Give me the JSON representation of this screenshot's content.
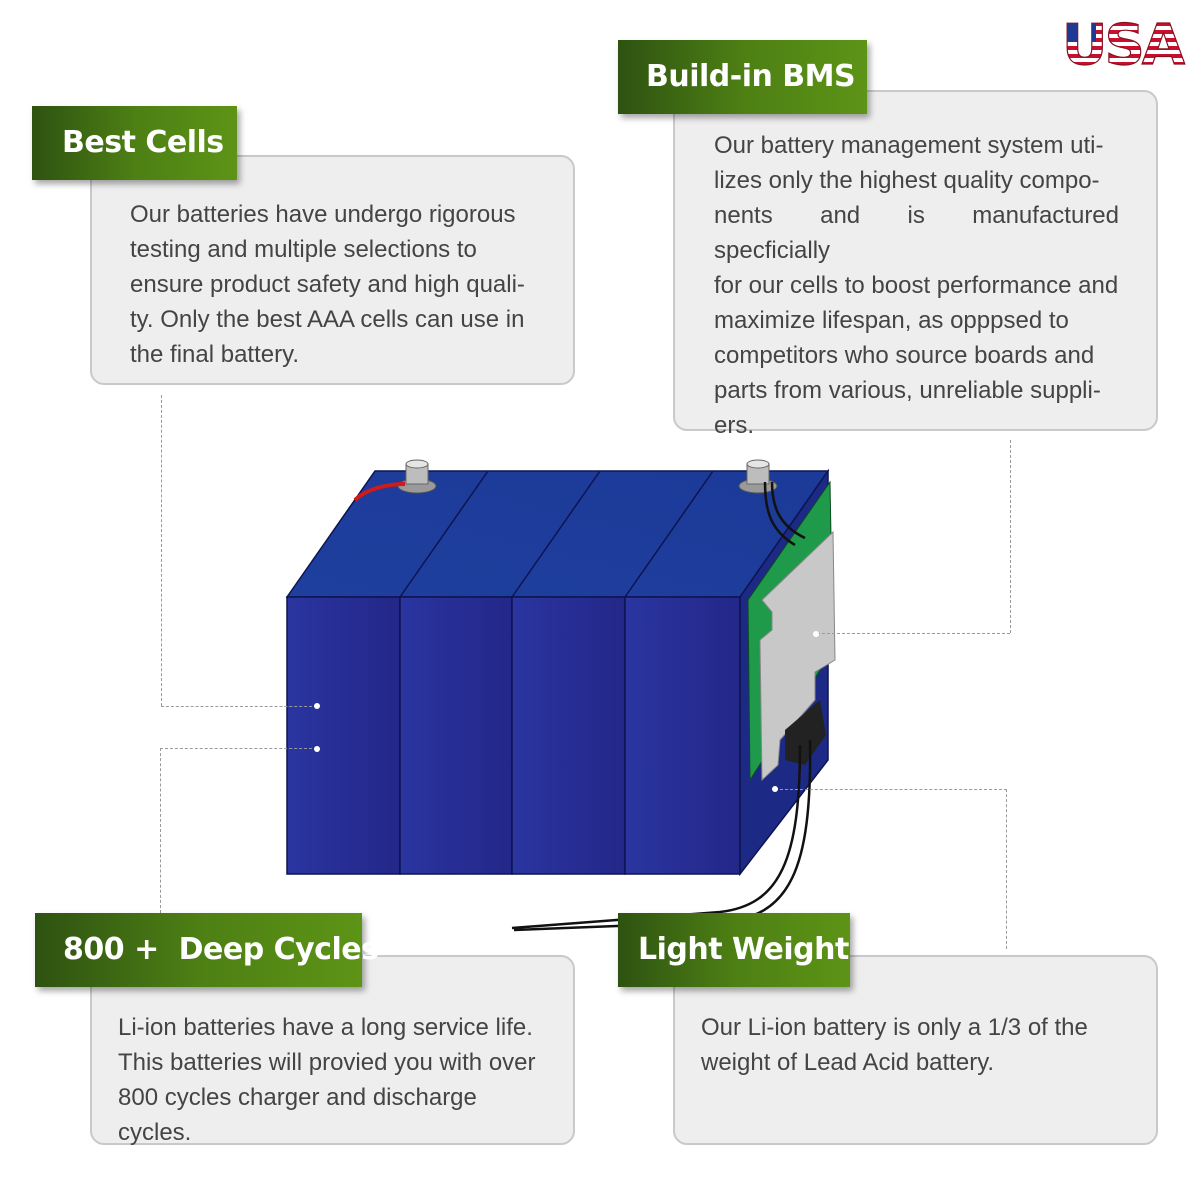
{
  "logo": {
    "text": "USA",
    "colors": {
      "red": "#c8102e",
      "blue": "#1f3a93",
      "white": "#ffffff"
    }
  },
  "accent_color": "#4d7f14",
  "callouts": {
    "best_cells": {
      "title": "Best Cells",
      "lines": [
        "Our batteries have undergo rigorous",
        "testing and multiple selections to",
        "ensure product safety and high quali-",
        "ty. Only the best AAA cells can use in",
        "the final battery."
      ]
    },
    "bms": {
      "title": "Build-in BMS",
      "lines": [
        "Our battery management system uti-",
        "lizes only the highest quality compo-",
        "nents and is manufactured specficially",
        "for our cells to boost performance and",
        "maximize lifespan, as opppsed to",
        "competitors who source boards and",
        "parts from various, unreliable suppli-",
        "ers."
      ]
    },
    "deep_cycles": {
      "title": "800 +  Deep Cycles",
      "lines": [
        "Li-ion batteries have a long service life.",
        "This batteries will provied you with over",
        "800 cycles charger and discharge cycles."
      ]
    },
    "light_weight": {
      "title": "Light Weight",
      "lines": [
        "Our Li-ion battery is only a 1/3 of the",
        "weight of Lead Acid battery."
      ]
    }
  }
}
